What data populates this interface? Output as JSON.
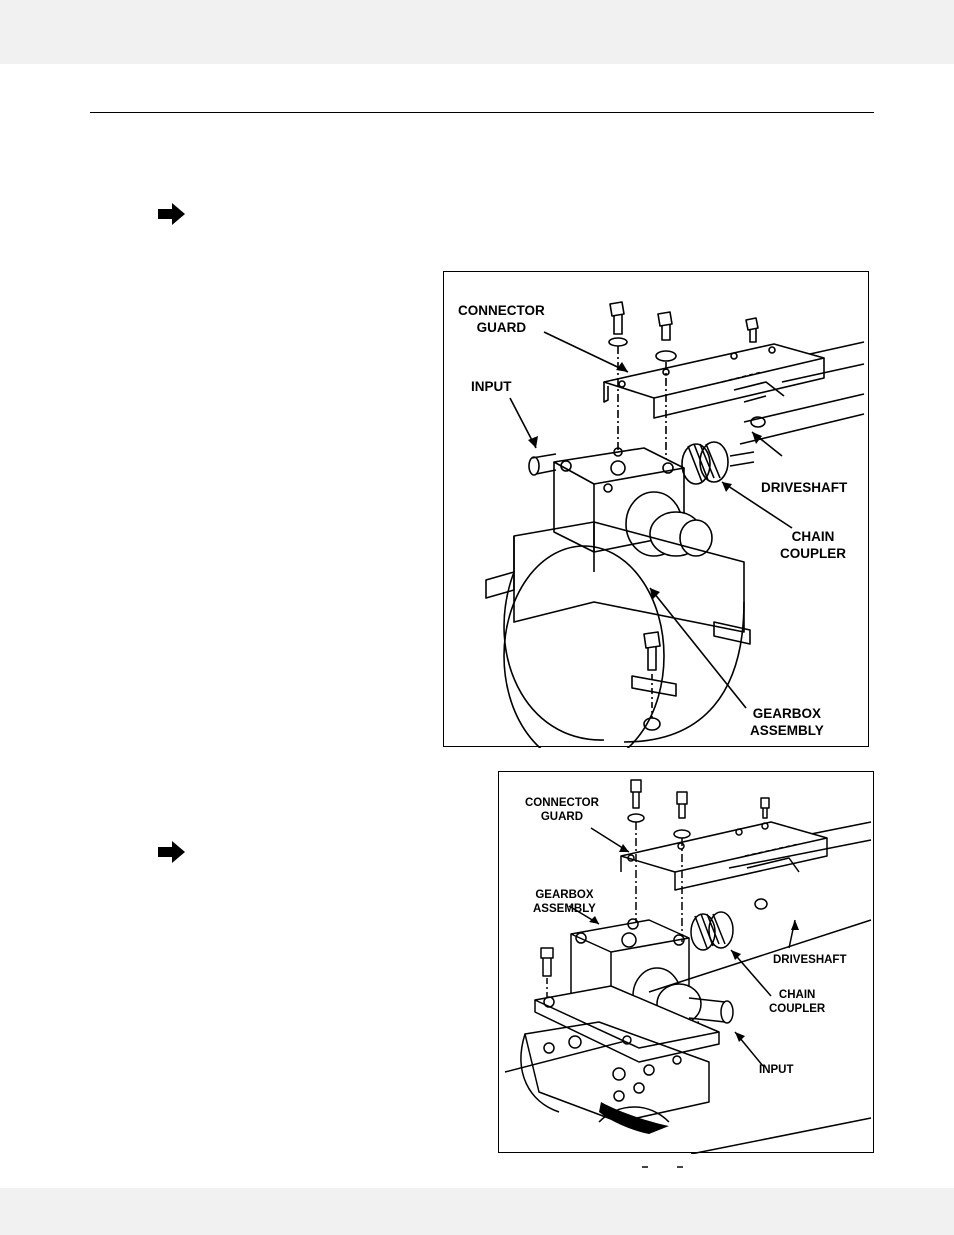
{
  "figure_top": {
    "labels": {
      "connector_guard_1": "CONNECTOR",
      "connector_guard_2": "GUARD",
      "input": "INPUT",
      "driveshaft": "DRIVESHAFT",
      "chain_coupler_1": "CHAIN",
      "chain_coupler_2": "COUPLER",
      "gearbox_assembly_1": "GEARBOX",
      "gearbox_assembly_2": "ASSEMBLY"
    }
  },
  "figure_bottom": {
    "labels": {
      "connector_guard_1": "CONNECTOR",
      "connector_guard_2": "GUARD",
      "gearbox_assembly_1": "GEARBOX",
      "gearbox_assembly_2": "ASSEMBLY",
      "driveshaft": "DRIVESHAFT",
      "chain_coupler_1": "CHAIN",
      "chain_coupler_2": "COUPLER",
      "input": "INPUT"
    }
  },
  "icons": {
    "step_arrow": "right-arrow-icon"
  },
  "colors": {
    "ink": "#000000",
    "band": "#f1f1f1",
    "paper": "#ffffff"
  }
}
